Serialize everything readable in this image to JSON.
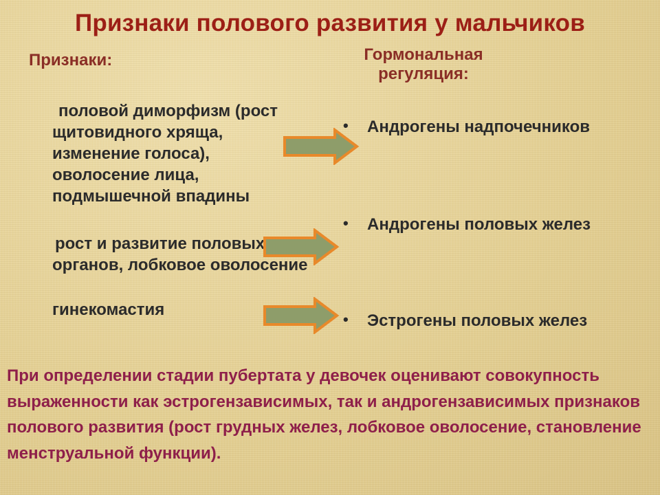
{
  "title": "Признаки полового развития у мальчиков",
  "columns": {
    "signs_header": "Признаки:",
    "hormones_header_line1": "Гормональная",
    "hormones_header_line2": "регуляция:"
  },
  "signs": [
    "половой диморфизм (рост щитовидного хряща, изменение голоса), оволосение лица, подмышечной впадины",
    "рост и развитие половых органов, лобковое оволосение",
    "гинекомастия"
  ],
  "hormones": [
    {
      "bullet": "•",
      "text": "Андрогены надпочечников"
    },
    {
      "bullet": "•",
      "text": "Андрогены половых желез"
    },
    {
      "bullet": "•",
      "text": "Эстрогены половых желез"
    }
  ],
  "note": "При определении стадии пубертата у девочек оценивают совокупность выраженности как эстрогензависимых, так и андрогензависимых признаков полового развития (рост грудных желез, лобковое оволосение, становление менструальной функции).",
  "colors": {
    "title": "#9c1f16",
    "column_header": "#8a2e26",
    "body_text": "#2b2b2b",
    "note_text": "#8e1f4a",
    "arrow_fill": "#8e9d6a",
    "arrow_stroke": "#e8892a",
    "background": "#e6d39a"
  },
  "icons": {
    "arrow": "right-block-arrow-icon"
  }
}
